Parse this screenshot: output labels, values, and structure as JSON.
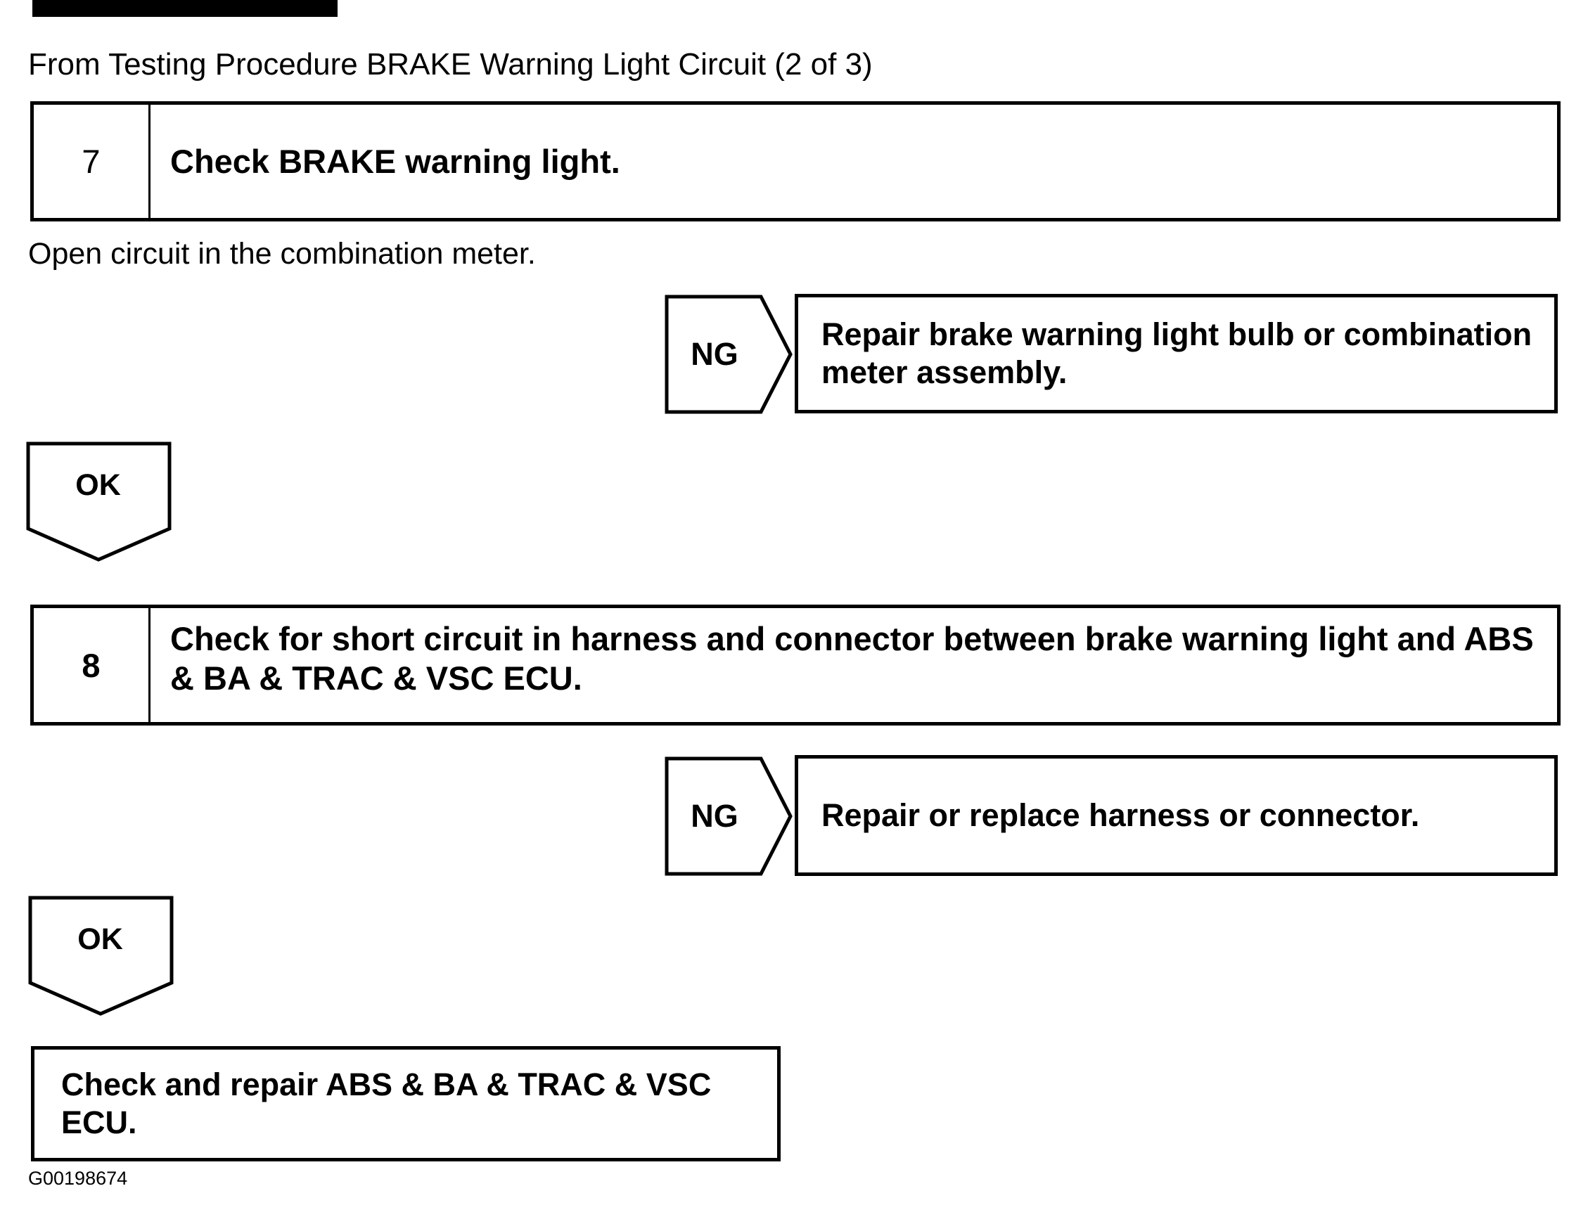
{
  "title": "From Testing Procedure BRAKE Warning Light Circuit (2 of 3)",
  "figure_id": "G00198674",
  "flowchart": {
    "ok_label": "OK",
    "ng_label": "NG",
    "steps": [
      {
        "number": "7",
        "instruction": "Check BRAKE warning light.",
        "note": "Open circuit in the combination meter.",
        "ng_action": "Repair brake warning light bulb or combination meter assembly."
      },
      {
        "number": "8",
        "instruction": "Check for short circuit in harness and connector between brake warning light and ABS & BA & TRAC & VSC ECU.",
        "ng_action": "Repair or replace harness or connector."
      }
    ],
    "final_action": "Check and repair ABS & BA & TRAC & VSC ECU."
  }
}
